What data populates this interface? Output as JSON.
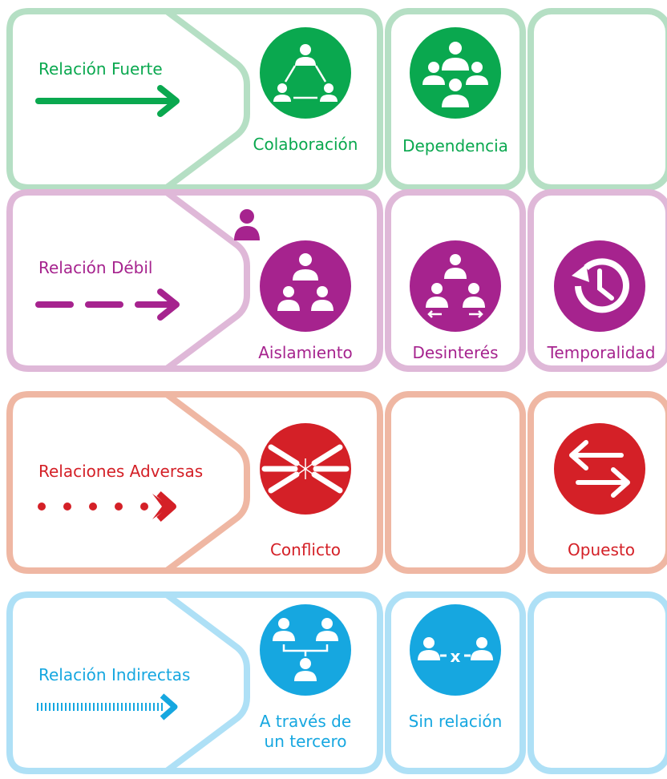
{
  "rows": [
    {
      "label": "Relación Fuerte",
      "arrow_style": "solid",
      "colors": {
        "border": "#b5dfc4",
        "fill": "#0aa84f",
        "text": "#0aa84f"
      },
      "items": [
        {
          "caption": "Colaboración",
          "icon": "collaboration-icon"
        },
        {
          "caption": "Dependencia",
          "icon": "dependence-icon"
        },
        {
          "caption": "",
          "icon": ""
        }
      ]
    },
    {
      "label": "Relación Débil",
      "arrow_style": "dashed",
      "colors": {
        "border": "#dfb8d8",
        "fill": "#a6238e",
        "text": "#a6238e"
      },
      "items": [
        {
          "caption": "Aislamiento",
          "icon": "isolation-icon"
        },
        {
          "caption": "Desinterés",
          "icon": "disinterest-icon"
        },
        {
          "caption": "Temporalidad",
          "icon": "temporality-icon"
        }
      ]
    },
    {
      "label": "Relaciones Adversas",
      "arrow_style": "dotted",
      "colors": {
        "border": "#efb7a3",
        "fill": "#d42027",
        "text": "#d42027"
      },
      "items": [
        {
          "caption": "Conflicto",
          "icon": "conflict-icon"
        },
        {
          "caption": "",
          "icon": ""
        },
        {
          "caption": "Opuesto",
          "icon": "opposite-icon"
        }
      ]
    },
    {
      "label": "Relación Indirectas",
      "arrow_style": "hatched",
      "colors": {
        "border": "#aee0f6",
        "fill": "#16a7e0",
        "text": "#16a7e0"
      },
      "items": [
        {
          "caption": "A través de\nun tercero",
          "icon": "through-third-party-icon"
        },
        {
          "caption": "Sin relación",
          "icon": "no-relation-icon"
        },
        {
          "caption": "",
          "icon": ""
        }
      ]
    }
  ],
  "sin_relacion_mark": "x"
}
